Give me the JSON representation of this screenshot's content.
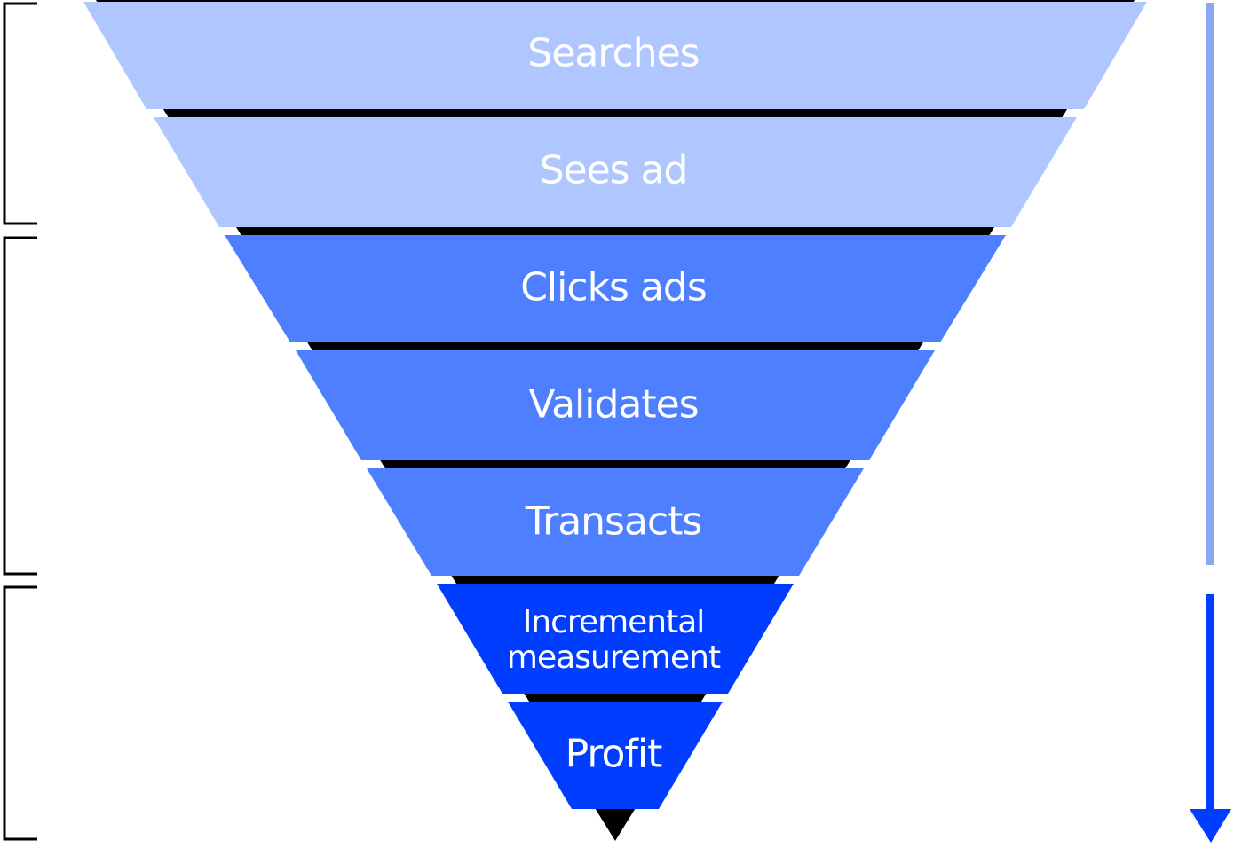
{
  "stages": [
    {
      "label": "Searches",
      "color": "#b0c6ff"
    },
    {
      "label": "Sees ad",
      "color": "#b0c6ff"
    },
    {
      "label": "Clicks ads",
      "color": "#4d7fff"
    },
    {
      "label": "Validates",
      "color": "#4d7fff"
    },
    {
      "label": "Transacts",
      "color": "#4d7fff"
    },
    {
      "label_lines": [
        "Incremental",
        "measurement"
      ],
      "color": "#003dff"
    },
    {
      "label": "Profit",
      "color": "#003dff"
    }
  ],
  "colors": {
    "light": "#b0c6ff",
    "medium": "#4d7fff",
    "dark": "#003dff",
    "rim": "#000000",
    "arrow_light": "#8aa6f5",
    "arrow_dark": "#003dff"
  }
}
